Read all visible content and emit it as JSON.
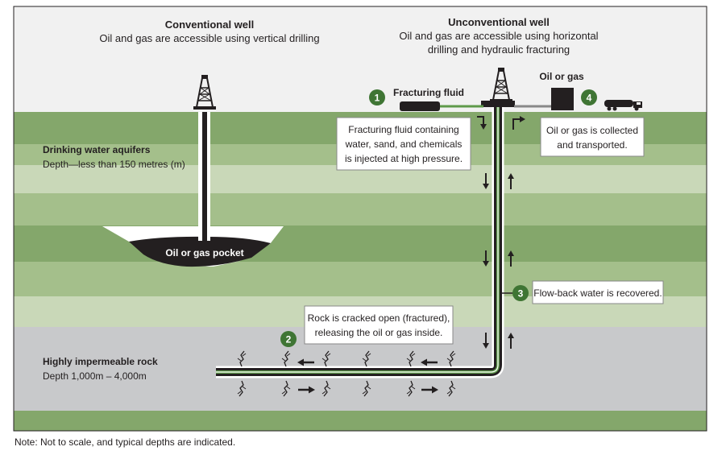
{
  "conventional": {
    "title": "Conventional well",
    "subtitle": "Oil and gas are accessible using vertical drilling",
    "pocket_label": "Oil or gas pocket"
  },
  "unconventional": {
    "title": "Unconventional well",
    "subtitle_line1": "Oil and gas are accessible using horizontal",
    "subtitle_line2": "drilling and hydraulic fracturing"
  },
  "aquifers": {
    "title": "Drinking water aquifers",
    "depth": "Depth—less than 150 metres (m)"
  },
  "rock": {
    "title": "Highly impermeable rock",
    "depth": "Depth 1,000m – 4,000m"
  },
  "steps": {
    "s1": {
      "number": "1",
      "label": "Fracturing fluid",
      "box_line1": "Fracturing fluid containing",
      "box_line2": "water, sand, and chemicals",
      "box_line3": "is injected at high pressure."
    },
    "s2": {
      "number": "2",
      "box_line1": "Rock is cracked open (fractured),",
      "box_line2": "releasing the oil or gas inside."
    },
    "s3": {
      "number": "3",
      "box_line1": "Flow-back water is recovered."
    },
    "s4": {
      "number": "4",
      "label": "Oil or gas",
      "box_line1": "Oil or gas is collected",
      "box_line2": "and transported."
    }
  },
  "note": "Note: Not to scale, and typical depths are indicated.",
  "colors": {
    "sky": "#f1f1f1",
    "green_dark": "#84a76b",
    "green_mid": "#a4bf8b",
    "green_light": "#c9d8b8",
    "rock_grey": "#c8c9cb",
    "badge_green": "#3f7534",
    "fluid_green": "#5e9a4a",
    "pipe_grey": "#888888"
  }
}
